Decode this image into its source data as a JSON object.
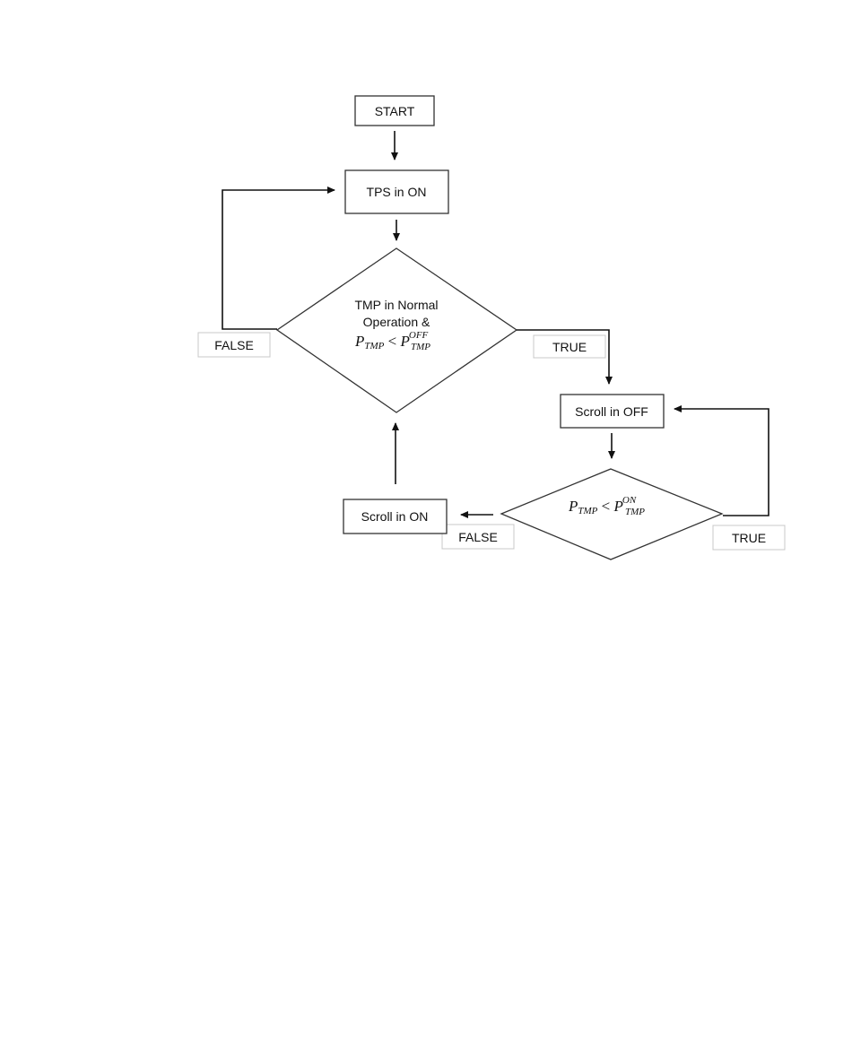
{
  "nodes": {
    "start": "START",
    "tps_on": "TPS in ON",
    "decision1": {
      "line1": "TMP in Normal",
      "line2": "Operation &",
      "math_P": "P",
      "math_sub": "TMP",
      "math_lt": " < ",
      "math_P2": "P",
      "math_sup2": "OFF",
      "math_sub2": "TMP"
    },
    "scroll_off": "Scroll in OFF",
    "decision2": {
      "math_P": "P",
      "math_sub": "TMP",
      "math_lt": " < ",
      "math_P2": "P",
      "math_sup2": "ON",
      "math_sub2": "TMP"
    },
    "scroll_on": "Scroll in ON"
  },
  "edge_labels": {
    "d1_false": "FALSE",
    "d1_true": "TRUE",
    "d2_false": "FALSE",
    "d2_true": "TRUE"
  },
  "colors": {
    "stroke": "#111111",
    "label_border": "#c8c8c8"
  }
}
